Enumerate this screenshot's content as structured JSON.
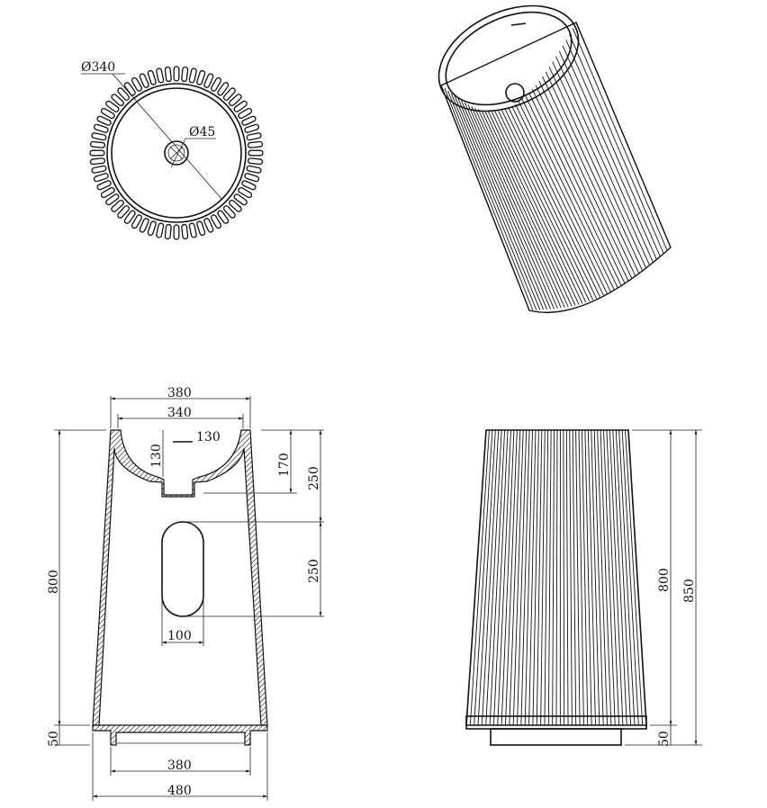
{
  "top_view": {
    "outer_diameter_label": "Ø340",
    "drain_diameter_label": "Ø45",
    "flute_count": 60
  },
  "section_view": {
    "top_outer_width": "380",
    "top_inner_width": "340",
    "bowl_depth": "130",
    "overflow_slot": "130",
    "drain_height": "170",
    "drain_to_opening": "250",
    "opening_height": "250",
    "opening_width": "100",
    "body_height": "800",
    "base_height": "50",
    "base_inner_width": "380",
    "base_outer_width": "480"
  },
  "elevation_view": {
    "body_height": "800",
    "total_height": "850",
    "base_height": "50",
    "flute_count": 46
  },
  "colors": {
    "line": "#111111",
    "background": "#ffffff"
  }
}
